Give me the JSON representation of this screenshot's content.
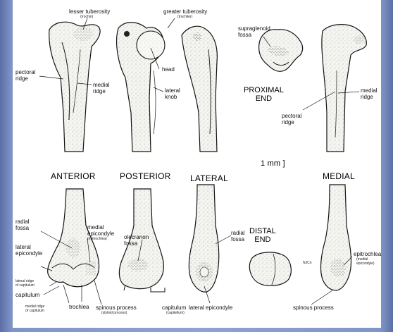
{
  "colors": {
    "background": "#7f95c6",
    "plate": "#ffffff",
    "bone_fill": "#f4f4f0",
    "ink": "#111111"
  },
  "views": {
    "anterior": "ANTERIOR",
    "posterior": "POSTERIOR",
    "lateral": "LATERAL",
    "medial": "MEDIAL",
    "proximal_end": [
      "PROXIMAL",
      "END"
    ],
    "distal_end": [
      "DISTAL",
      "END"
    ]
  },
  "scale": "1 mm ]",
  "labels": {
    "lesser_tuberosity": "lesser tuberosity",
    "lesser_tuberosity_sub": "(trochin)",
    "greater_tuberosity": "greater tuberosity",
    "greater_tuberosity_sub": "(trochiter)",
    "supraglenoid_fossa": [
      "supraglenoid",
      "fossa"
    ],
    "pectoral_ridge_left": [
      "pectoral",
      "ridge"
    ],
    "medial_ridge_left": [
      "medial",
      "ridge"
    ],
    "head": "head",
    "lateral_knob": [
      "lateral",
      "knob"
    ],
    "pectoral_ridge_right": [
      "pectoral",
      "ridge"
    ],
    "medial_ridge_right": [
      "medial",
      "ridge"
    ],
    "radial_fossa_left": [
      "radial",
      "fossa"
    ],
    "medial_epicondyle": [
      "medial",
      "epicondyle"
    ],
    "medial_epicondyle_sub": "(epitrochlea)",
    "lateral_epicondyle_left": [
      "lateral",
      "epicondyle"
    ],
    "lateral_ridge_capitulum": [
      "lateral ridge",
      "of capitulum"
    ],
    "capitulum_left": "capitulum",
    "medial_ridge_capitulum": [
      "medial ridge",
      "of capitulum"
    ],
    "trochlea": "trochlea",
    "spinous_process_left": "spinous process",
    "spinous_process_sub": "(styloid process)",
    "olecranon_fossa": [
      "olecranon",
      "fossa"
    ],
    "capitulum_posterior": "capitulum",
    "capitulum_posterior_sub": "(capitellum)",
    "radial_fossa_lateral": [
      "radial",
      "fossa"
    ],
    "lateral_epicondyle_bottom": "lateral epicondyle",
    "epitrochlea": "epitrochlea",
    "epitrochlea_sub": [
      "(medial",
      "epicondyle)"
    ],
    "spinous_process_right": "spinous process",
    "signature": "NJCo"
  }
}
